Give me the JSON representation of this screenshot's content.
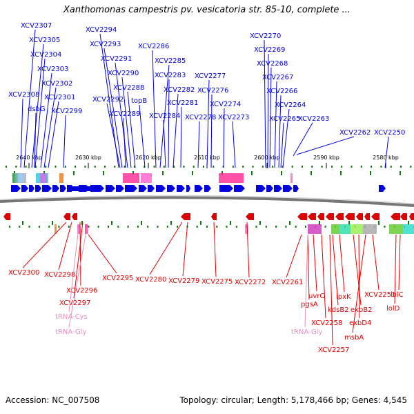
{
  "title": "Xanthomonas campestris pv. vesicatoria str. 85-10, complete ...",
  "footer": {
    "accession": "Accession: NC_007508",
    "topology": "Topology: circular; Length: 5,178,466 bp; Genes: 4,545"
  },
  "colors": {
    "forward": "#0000dd",
    "reverse": "#dd0000",
    "rna": "#e58fbd",
    "backbone": "#777777",
    "tick": "#117711"
  },
  "axis": {
    "ticks": [
      {
        "kbp": 2640,
        "label": "2640 kbp"
      },
      {
        "kbp": 2630,
        "label": "2630 kbp"
      },
      {
        "kbp": 2620,
        "label": "2620 kbp"
      },
      {
        "kbp": 2610,
        "label": "2610 kbp"
      },
      {
        "kbp": 2600,
        "label": "2600 kbp"
      },
      {
        "kbp": 2590,
        "label": "2590 kbp"
      },
      {
        "kbp": 2580,
        "label": "2580 kbp"
      }
    ]
  },
  "forward_labels": [
    "XCV2307",
    "XCV2305",
    "XCV2304",
    "XCV2303",
    "XCV2302",
    "XCV2308",
    "dsbG",
    "XCV2301",
    "XCV2299",
    "XCV2294",
    "XCV2293",
    "XCV2291",
    "XCV2290",
    "XCV2288",
    "XCV2292",
    "XCV2289",
    "topB",
    "XCV2286",
    "XCV2285",
    "XCV2283",
    "XCV2282",
    "XCV2284",
    "XCV2281",
    "XCV2277",
    "XCV2276",
    "XCV2274",
    "XCV2278",
    "XCV2273",
    "XCV2270",
    "XCV2269",
    "XCV2268",
    "XCV2267",
    "XCV2266",
    "XCV2264",
    "XCV2265",
    "XCV2263",
    "XCV2262",
    "XCV2250"
  ],
  "reverse_labels": [
    "XCV2300",
    "XCV2298",
    "XCV2296",
    "XCV2297",
    "XCV2295",
    "XCV2280",
    "XCV2279",
    "XCV2275",
    "XCV2272",
    "XCV2261",
    "uvrC",
    "pgsA",
    "XCV2258",
    "XCV2257",
    "kdsB2",
    "lpxK",
    "exbB2",
    "exbD4",
    "msbA",
    "XCV2251",
    "lolC",
    "lolD"
  ],
  "rna_labels": [
    "tRNA-Cys",
    "tRNA-Gly",
    "tRNA-Gly"
  ]
}
